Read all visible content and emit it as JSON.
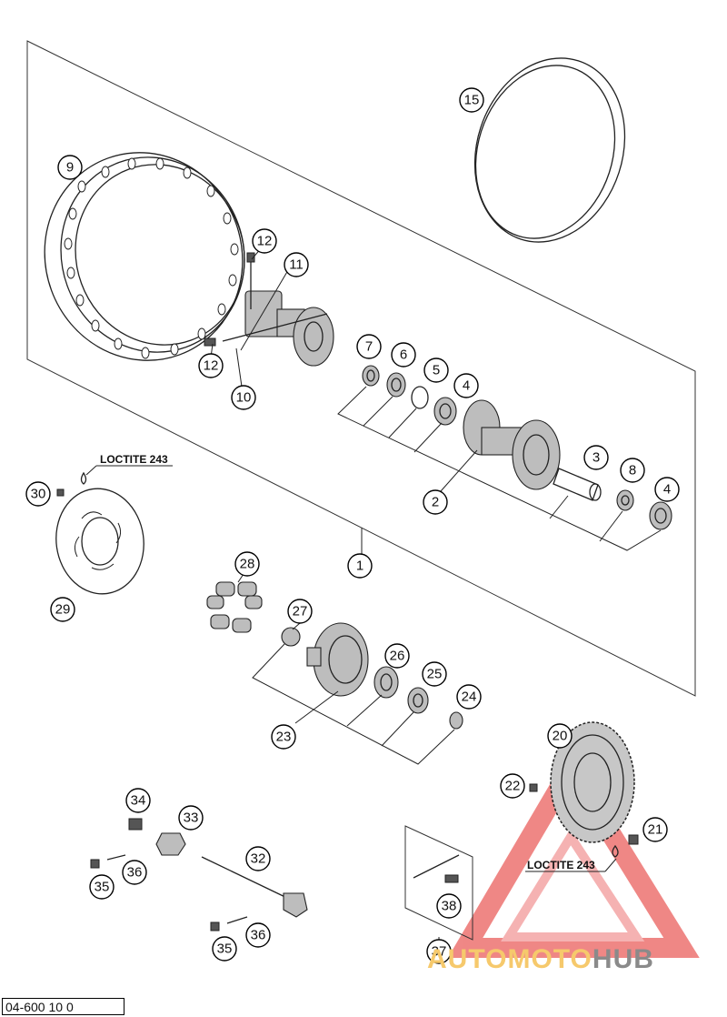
{
  "diagram_code": "04-600 10 0",
  "loctite_note_top": "LOCTITE 243",
  "loctite_note_bottom": "LOCTITE 243",
  "watermark": {
    "part_a": "AUTOMOTO",
    "part_b": "HUB"
  },
  "callouts": [
    "1",
    "2",
    "3",
    "4",
    "4",
    "5",
    "6",
    "7",
    "8",
    "9",
    "10",
    "11",
    "12",
    "12",
    "15",
    "20",
    "21",
    "22",
    "23",
    "24",
    "25",
    "26",
    "27",
    "28",
    "29",
    "30",
    "32",
    "33",
    "34",
    "35",
    "35",
    "36",
    "36",
    "37",
    "38"
  ],
  "colors": {
    "line": "#222222",
    "watermark_red": "#e53935",
    "watermark_gold": "#f6c96c",
    "watermark_gray": "#8a8a8a"
  }
}
